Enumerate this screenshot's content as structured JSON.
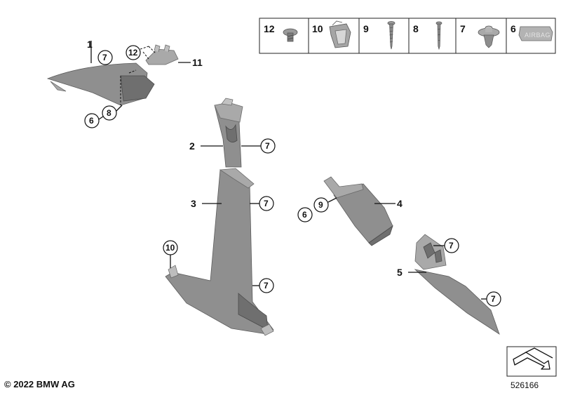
{
  "legend": [
    {
      "num": "12",
      "icon": "screw-icon"
    },
    {
      "num": "10",
      "icon": "clip-icon"
    },
    {
      "num": "9",
      "icon": "long-screw-icon"
    },
    {
      "num": "8",
      "icon": "pin-screw-icon"
    },
    {
      "num": "7",
      "icon": "push-rivet-icon"
    },
    {
      "num": "6",
      "icon": "airbag-emblem-icon",
      "emblem_text": "AIRBAG"
    }
  ],
  "callouts": {
    "p1": "1",
    "p2": "2",
    "p3": "3",
    "p4": "4",
    "p5": "5",
    "p11": "11",
    "p12": "12",
    "c1_7": "7",
    "c1_8": "8",
    "c1_6": "6",
    "c2_7": "7",
    "c3_7a": "7",
    "c3_10": "10",
    "c3_7b": "7",
    "c4_6": "6",
    "c4_9": "9",
    "c5_7a": "7",
    "c5_7b": "7"
  },
  "footer": {
    "copyright": "© 2022 BMW AG",
    "diagram_id": "526166"
  }
}
